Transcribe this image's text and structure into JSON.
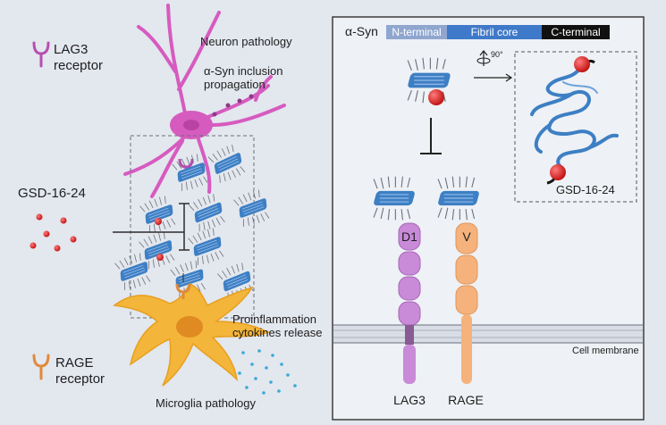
{
  "left": {
    "lag3_receptor": [
      "LAG3",
      "receptor"
    ],
    "rage_receptor": [
      "RAGE",
      "receptor"
    ],
    "gsd": "GSD-16-24",
    "neuron_pathology": "Neuron pathology",
    "inclusion": [
      "α-Syn inclusion",
      "propagation"
    ],
    "proinflammation": [
      "Proinflammation",
      "cytokines release"
    ],
    "microglia_pathology": "Microglia pathology"
  },
  "right": {
    "asyn": "α-Syn",
    "domains": [
      "N-terminal",
      "Fibril core",
      "C-terminal"
    ],
    "rotation": "90°",
    "gsd": "GSD-16-24",
    "d1": "D1",
    "v": "V",
    "cell_membrane": "Cell membrane",
    "lag3": "LAG3",
    "rage": "RAGE"
  },
  "colors": {
    "lag3": "#c98ad8",
    "rage": "#f5b27c",
    "neuron": "#d65bbf",
    "microglia": "#f3b53a",
    "fibril": "#3d7fc4",
    "compound": "#d62020",
    "n_terminal": "#8fa6cf",
    "fibril_core": "#3f79c9",
    "c_terminal": "#111111"
  }
}
